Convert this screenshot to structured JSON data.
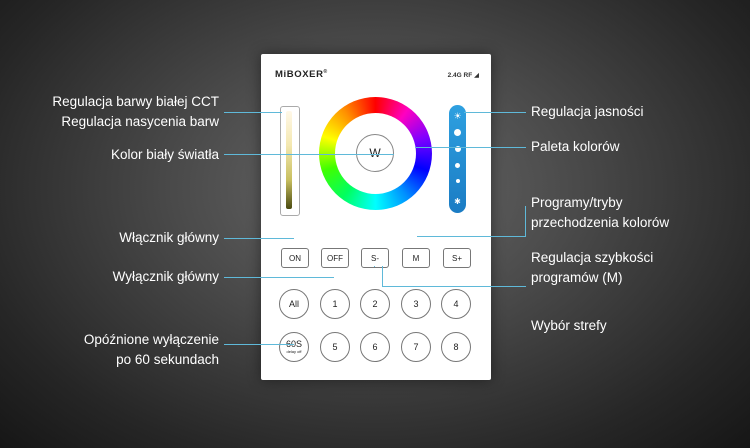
{
  "labels": {
    "cct_line1": "Regulacja barwy białej CCT",
    "cct_line2": "Regulacja nasycenia barw",
    "white_color": "Kolor biały światła",
    "main_on": "Włącznik główny",
    "main_off": "Wyłącznik główny",
    "delay_line1": "Opóźnione wyłączenie",
    "delay_line2": "po 60 sekundach",
    "brightness": "Regulacja jasności",
    "palette": "Paleta kolorów",
    "programs_line1": "Programy/tryby",
    "programs_line2": "przechodzenia kolorów",
    "speed_line1": "Regulacja szybkości",
    "speed_line2": "programów (M)",
    "zones": "Wybór strefy"
  },
  "panel": {
    "brand": "MiBOXER",
    "brand_mark": "®",
    "rf": "2.4G RF",
    "white_button": "W",
    "row_buttons": [
      "ON",
      "OFF",
      "S-",
      "M",
      "S+"
    ],
    "zone_row1": [
      "All",
      "1",
      "2",
      "3",
      "4"
    ],
    "zone_row2": [
      "5",
      "6",
      "7",
      "8"
    ],
    "delay_button_big": "60S",
    "delay_button_small": "delay off"
  },
  "colors": {
    "accent_line": "#5fb9d9",
    "brightness_bar": "#1f86cc",
    "panel": "#ffffff"
  },
  "icons": {
    "brightness_top": "sun-icon",
    "brightness_bottom": "sun-icon"
  }
}
